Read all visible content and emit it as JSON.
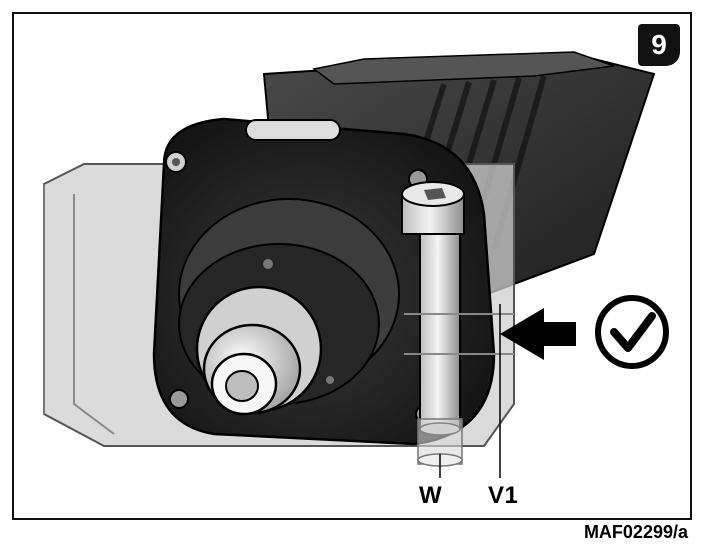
{
  "step_number": "9",
  "labels": {
    "w": "W",
    "v1": "V1"
  },
  "figure_code": "MAF02299/a",
  "icons": {
    "checkmark": "check-circle-icon",
    "arrow": "arrow-left-icon"
  },
  "colors": {
    "ink": "#111111",
    "block": "#cfcfcf",
    "motor": "#2a2a2a"
  }
}
